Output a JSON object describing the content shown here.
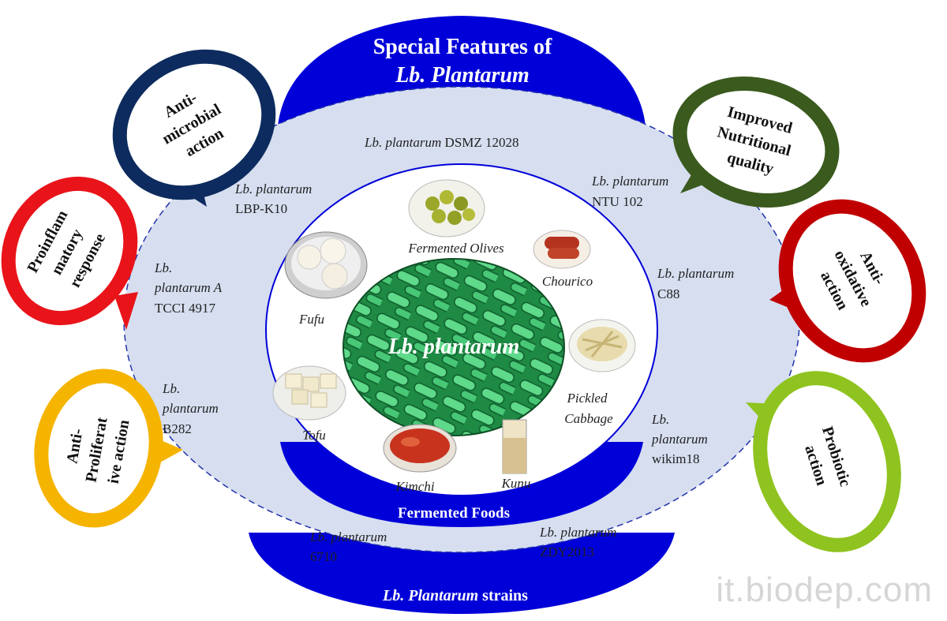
{
  "title": {
    "line1": "Special Features of",
    "line2": "Lb. Plantarum"
  },
  "center_label": "Lb. plantarum",
  "fermented_foods_label": "Fermented Foods",
  "strains_label": {
    "italic": "Lb. Plantarum",
    "plain": " strains"
  },
  "foods": [
    "Fermented Olives",
    "Chourico",
    "Pickled",
    "Cabbage",
    "Kunu",
    "Kimchi",
    "Tofu",
    "Fufu"
  ],
  "strains": [
    {
      "italic": "Lb. plantarum",
      "code": " DSMZ 12028"
    },
    {
      "italic": "Lb. plantarum",
      "code": "NTU 102"
    },
    {
      "italic": "Lb. plantarum",
      "code": "C88"
    },
    {
      "italic_lines": [
        "Lb.",
        "plantarum"
      ],
      "code": "wikim18"
    },
    {
      "italic": "Lb. plantarum",
      "code": "ZDY2013"
    },
    {
      "italic": "Lb. plantarum",
      "code": "6710"
    },
    {
      "italic_lines": [
        "Lb.",
        "plantarum"
      ],
      "code": "B282"
    },
    {
      "italic_lines": [
        "Lb.",
        "plantarum A"
      ],
      "code": "TCCI 4917"
    },
    {
      "italic": "Lb. plantarum",
      "code": "LBP-K10"
    }
  ],
  "features": [
    {
      "lines": [
        "Anti-",
        "microbial",
        "action"
      ],
      "color": "#0d2b5e"
    },
    {
      "lines": [
        "Proinflam",
        "matory",
        "response"
      ],
      "color": "#e8141a"
    },
    {
      "lines": [
        "Anti-",
        "Proliferat",
        "ive action"
      ],
      "color": "#f5b400"
    },
    {
      "lines": [
        "Improved",
        "Nutritional",
        "quality"
      ],
      "color": "#3a5a1e"
    },
    {
      "lines": [
        "Anti-",
        "oxidative",
        "action"
      ],
      "color": "#c00000"
    },
    {
      "lines": [
        "Probiotic",
        "action"
      ],
      "color": "#8fc31f"
    }
  ],
  "colors": {
    "blue": "#0000d8",
    "light_blue": "#d6def0",
    "dashed": "#2233aa"
  },
  "watermark": "it.biodep.com"
}
